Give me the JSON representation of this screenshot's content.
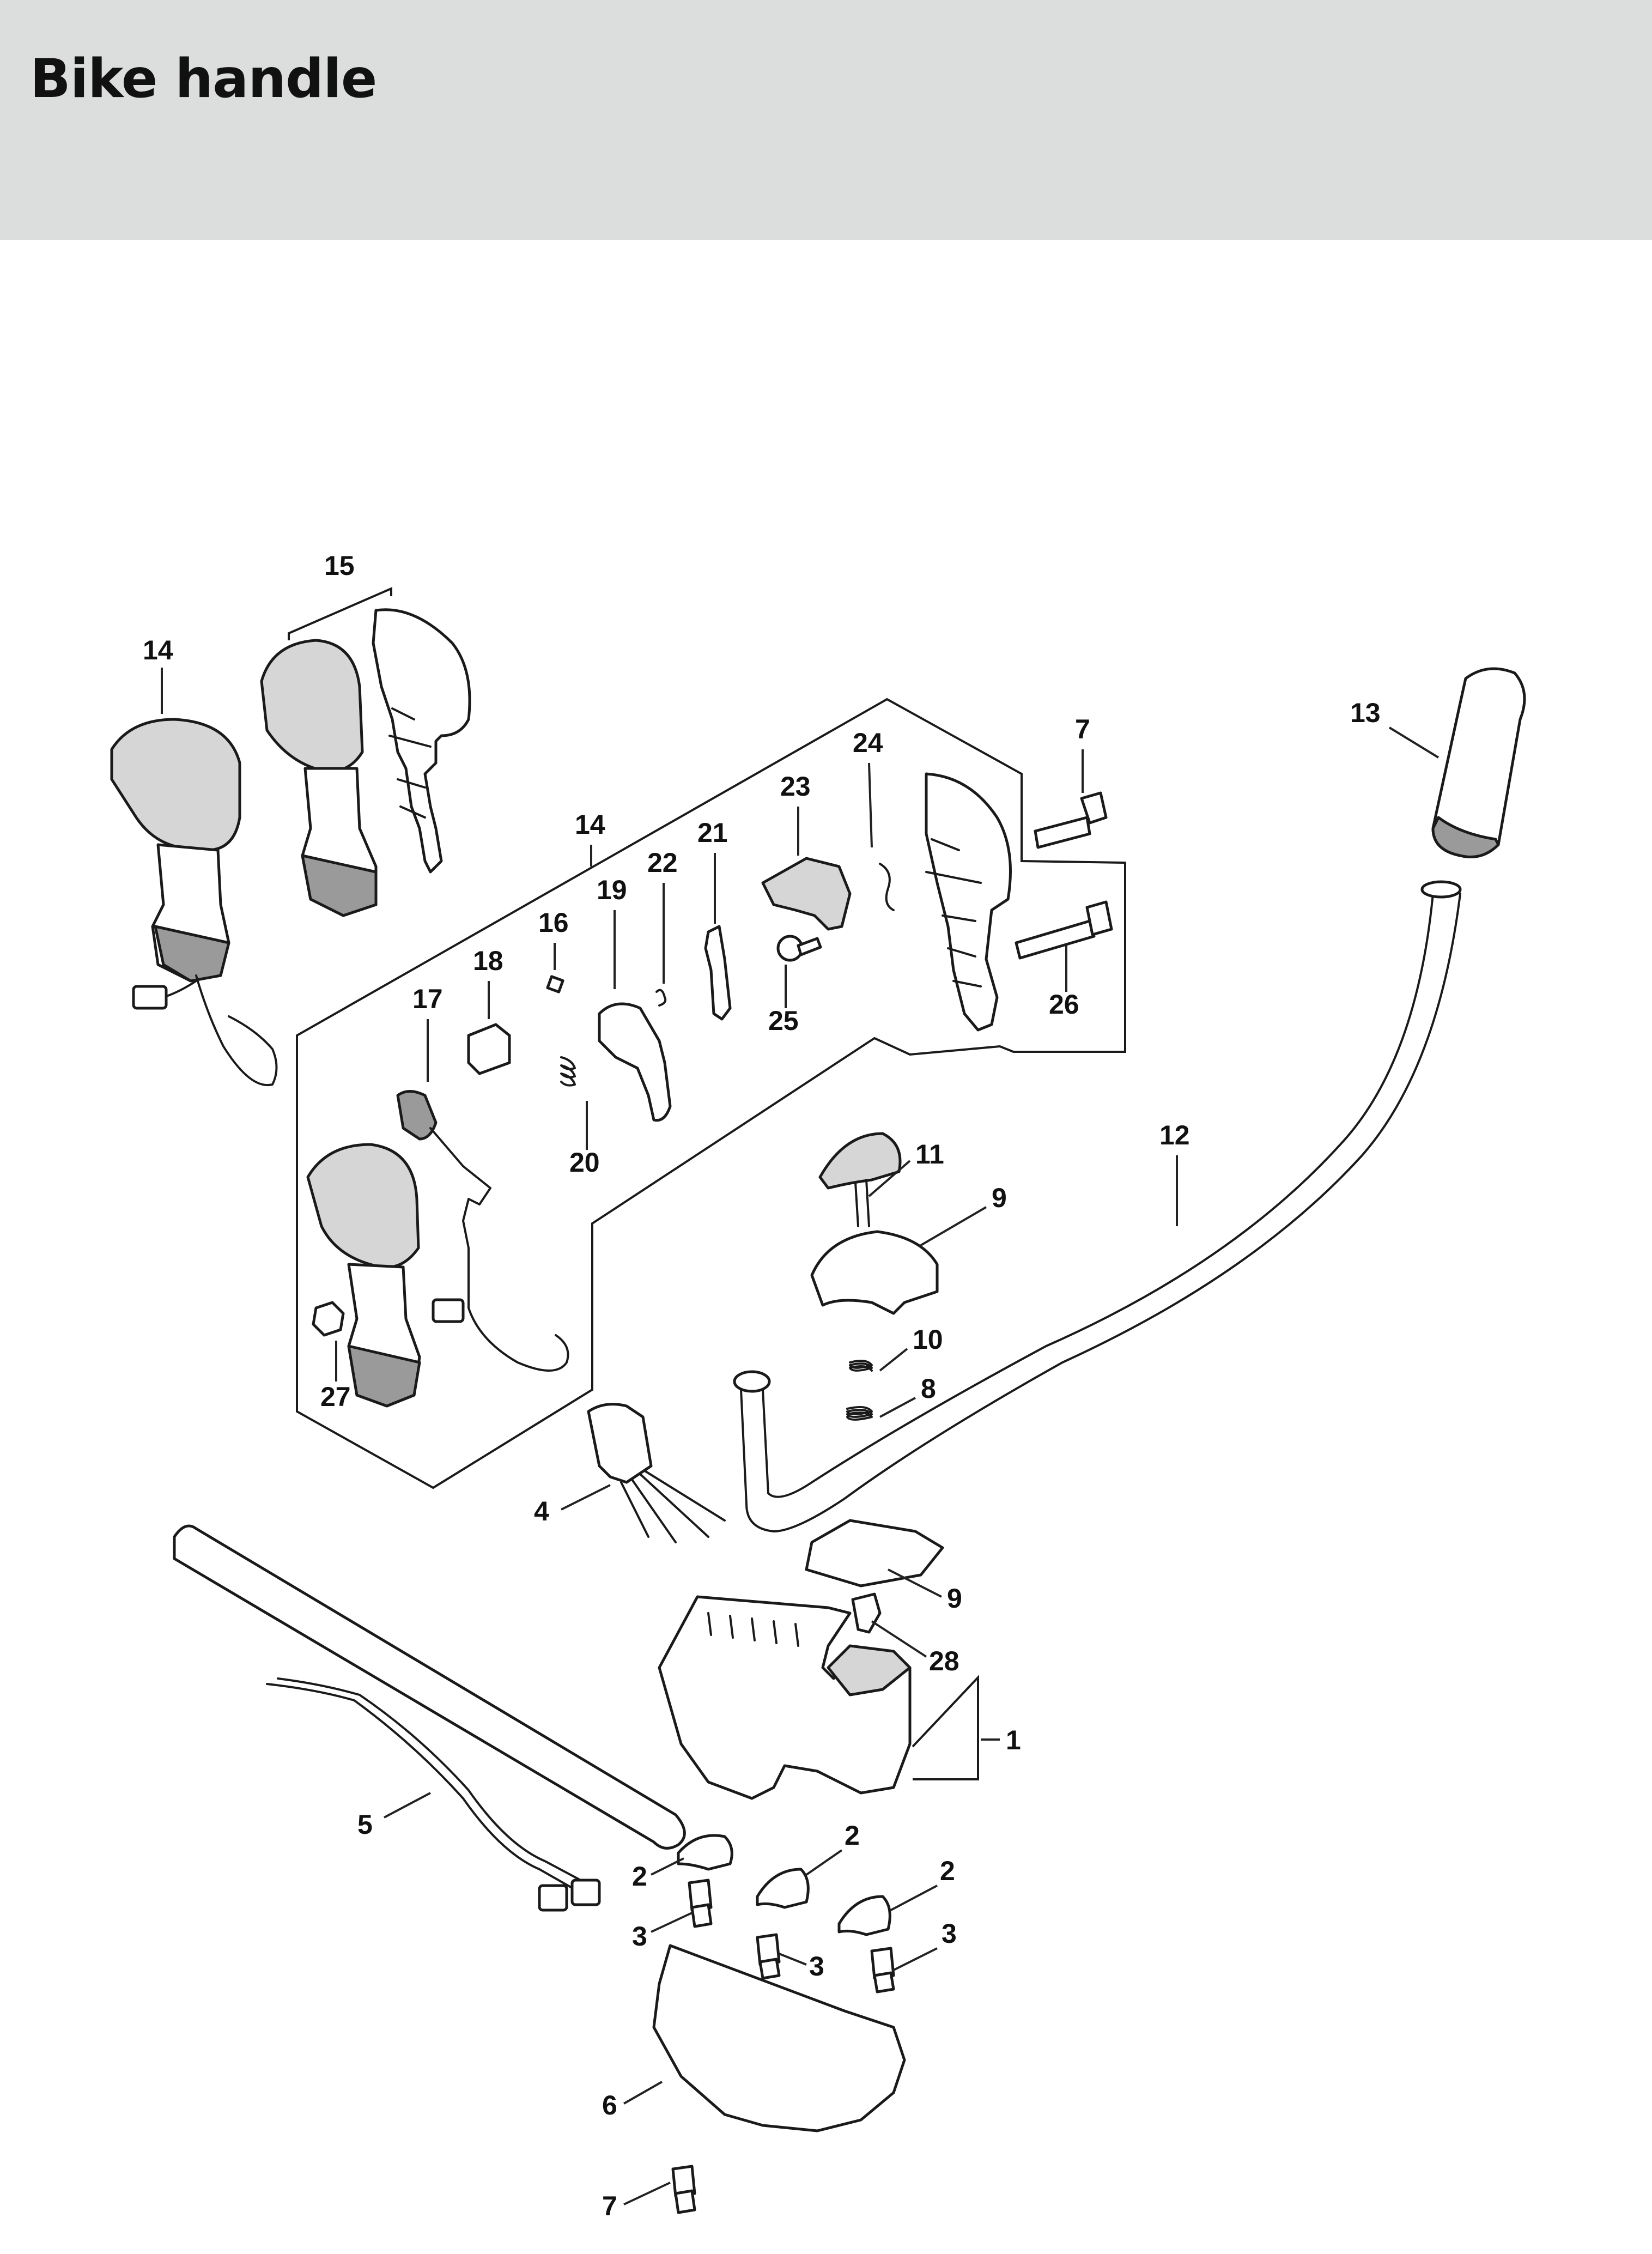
{
  "header": {
    "title": "Bike handle",
    "background_color": "#dcdddd"
  },
  "callouts": [
    {
      "id": "c15",
      "label": "15"
    },
    {
      "id": "c14a",
      "label": "14"
    },
    {
      "id": "c14b",
      "label": "14"
    },
    {
      "id": "c7a",
      "label": "7"
    },
    {
      "id": "c13",
      "label": "13"
    },
    {
      "id": "c24",
      "label": "24"
    },
    {
      "id": "c23",
      "label": "23"
    },
    {
      "id": "c21",
      "label": "21"
    },
    {
      "id": "c22",
      "label": "22"
    },
    {
      "id": "c19",
      "label": "19"
    },
    {
      "id": "c16",
      "label": "16"
    },
    {
      "id": "c18",
      "label": "18"
    },
    {
      "id": "c17",
      "label": "17"
    },
    {
      "id": "c25",
      "label": "25"
    },
    {
      "id": "c26",
      "label": "26"
    },
    {
      "id": "c20",
      "label": "20"
    },
    {
      "id": "c11",
      "label": "11"
    },
    {
      "id": "c12",
      "label": "12"
    },
    {
      "id": "c9a",
      "label": "9"
    },
    {
      "id": "c10",
      "label": "10"
    },
    {
      "id": "c8",
      "label": "8"
    },
    {
      "id": "c27",
      "label": "27"
    },
    {
      "id": "c4",
      "label": "4"
    },
    {
      "id": "c9b",
      "label": "9"
    },
    {
      "id": "c28",
      "label": "28"
    },
    {
      "id": "c1",
      "label": "1"
    },
    {
      "id": "c5",
      "label": "5"
    },
    {
      "id": "c2a",
      "label": "2"
    },
    {
      "id": "c2b",
      "label": "2"
    },
    {
      "id": "c2c",
      "label": "2"
    },
    {
      "id": "c3a",
      "label": "3"
    },
    {
      "id": "c3b",
      "label": "3"
    },
    {
      "id": "c3c",
      "label": "3"
    },
    {
      "id": "c6",
      "label": "6"
    },
    {
      "id": "c7b",
      "label": "7"
    }
  ]
}
